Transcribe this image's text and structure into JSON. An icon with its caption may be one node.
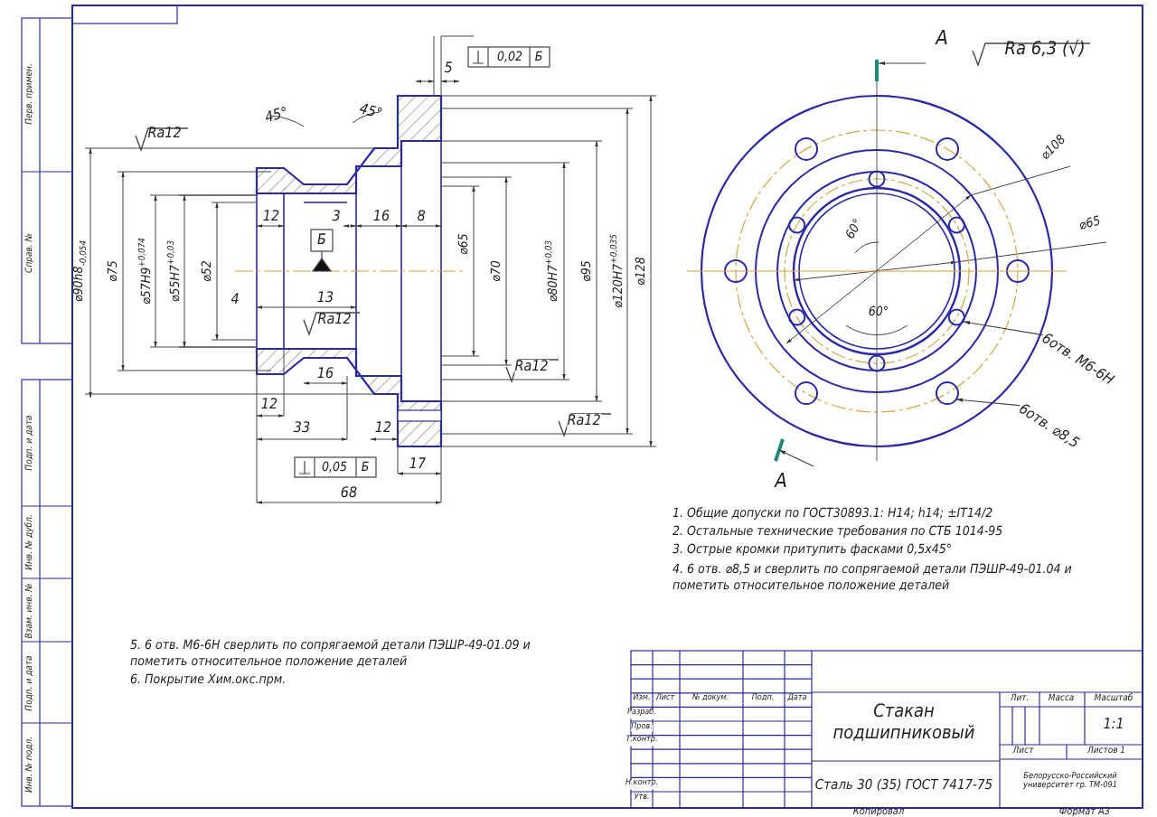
{
  "diagram": {
    "nodes": [
      {
        "text": [
          "6отв. М6-6Н"
        ]
      },
      {
        "text": [
          "6отв. ⌀8,5"
        ]
      }
    ],
    "edges": [
      {
        "from": 0,
        "to": null,
        "arrow": "to"
      },
      {
        "from": 1,
        "to": null,
        "arrow": "to"
      }
    ],
    "labels": [
      "5",
      "0,02",
      "Б",
      "А",
      "Ra 6,3 (√)",
      "45°",
      "45°",
      "Ra12",
      "⌀108",
      "12",
      "3",
      "16",
      "8",
      "⌀65",
      "60°",
      "⌀65",
      "Б",
      "4",
      "13",
      "Ra12",
      "60°",
      "16",
      "Ra12",
      "12",
      "Ra12",
      "33",
      "12",
      "0,05",
      "Б",
      "17",
      "68",
      "А",
      "⌀90h8$_{-0,054}$",
      "⌀75",
      "⌀57H9$^{+0,074}$",
      "⌀55H7$^{+0,03}$",
      "⌀52",
      "⌀70",
      "⌀80H7$^{+0,03}$",
      "⌀95",
      "⌀120H7$^{+0,035}$",
      "⌀128",
      "1. Общие допуски по ГОСТ30893.1: H14; h14; ±IT14/2",
      "2. Остальные технические требования по СТБ 1014-95",
      "3. Острые кромки притупить фасками 0,5x45°",
      "4. 6 отв. ⌀8,5 и сверлить по сопрягаемой детали ПЭШР-49-01.04 и пометить относительное положение деталей",
      "5. 6 отв. М6-6Н сверлить по сопрягаемой детали ПЭШР-49-01.09 и пометить относительное положение деталей",
      "6. Покрытие Хим.окс.прм.",
      "Изм.",
      "Лист",
      "№ докум.",
      "Подп.",
      "Дата",
      "Разраб.",
      "Пров.",
      "Т.контр.",
      "Н.контр.",
      "Утв.",
      "Стакан подшипниковый",
      "Лит.",
      "Масса",
      "Масштаб",
      "1:1",
      "Лист",
      "Листов 1",
      "Сталь 30 (35) ГОСТ 7417-75",
      "Белорусско-Российский университет гр. ТМ-091",
      "Копировал",
      "Формат А3",
      "Перв. примен.",
      "Справ. №",
      "Подп. и дата",
      "Инв. № дубл.",
      "Взам. инв. №",
      "Подп. и дата",
      "Инв. № подл."
    ]
  }
}
